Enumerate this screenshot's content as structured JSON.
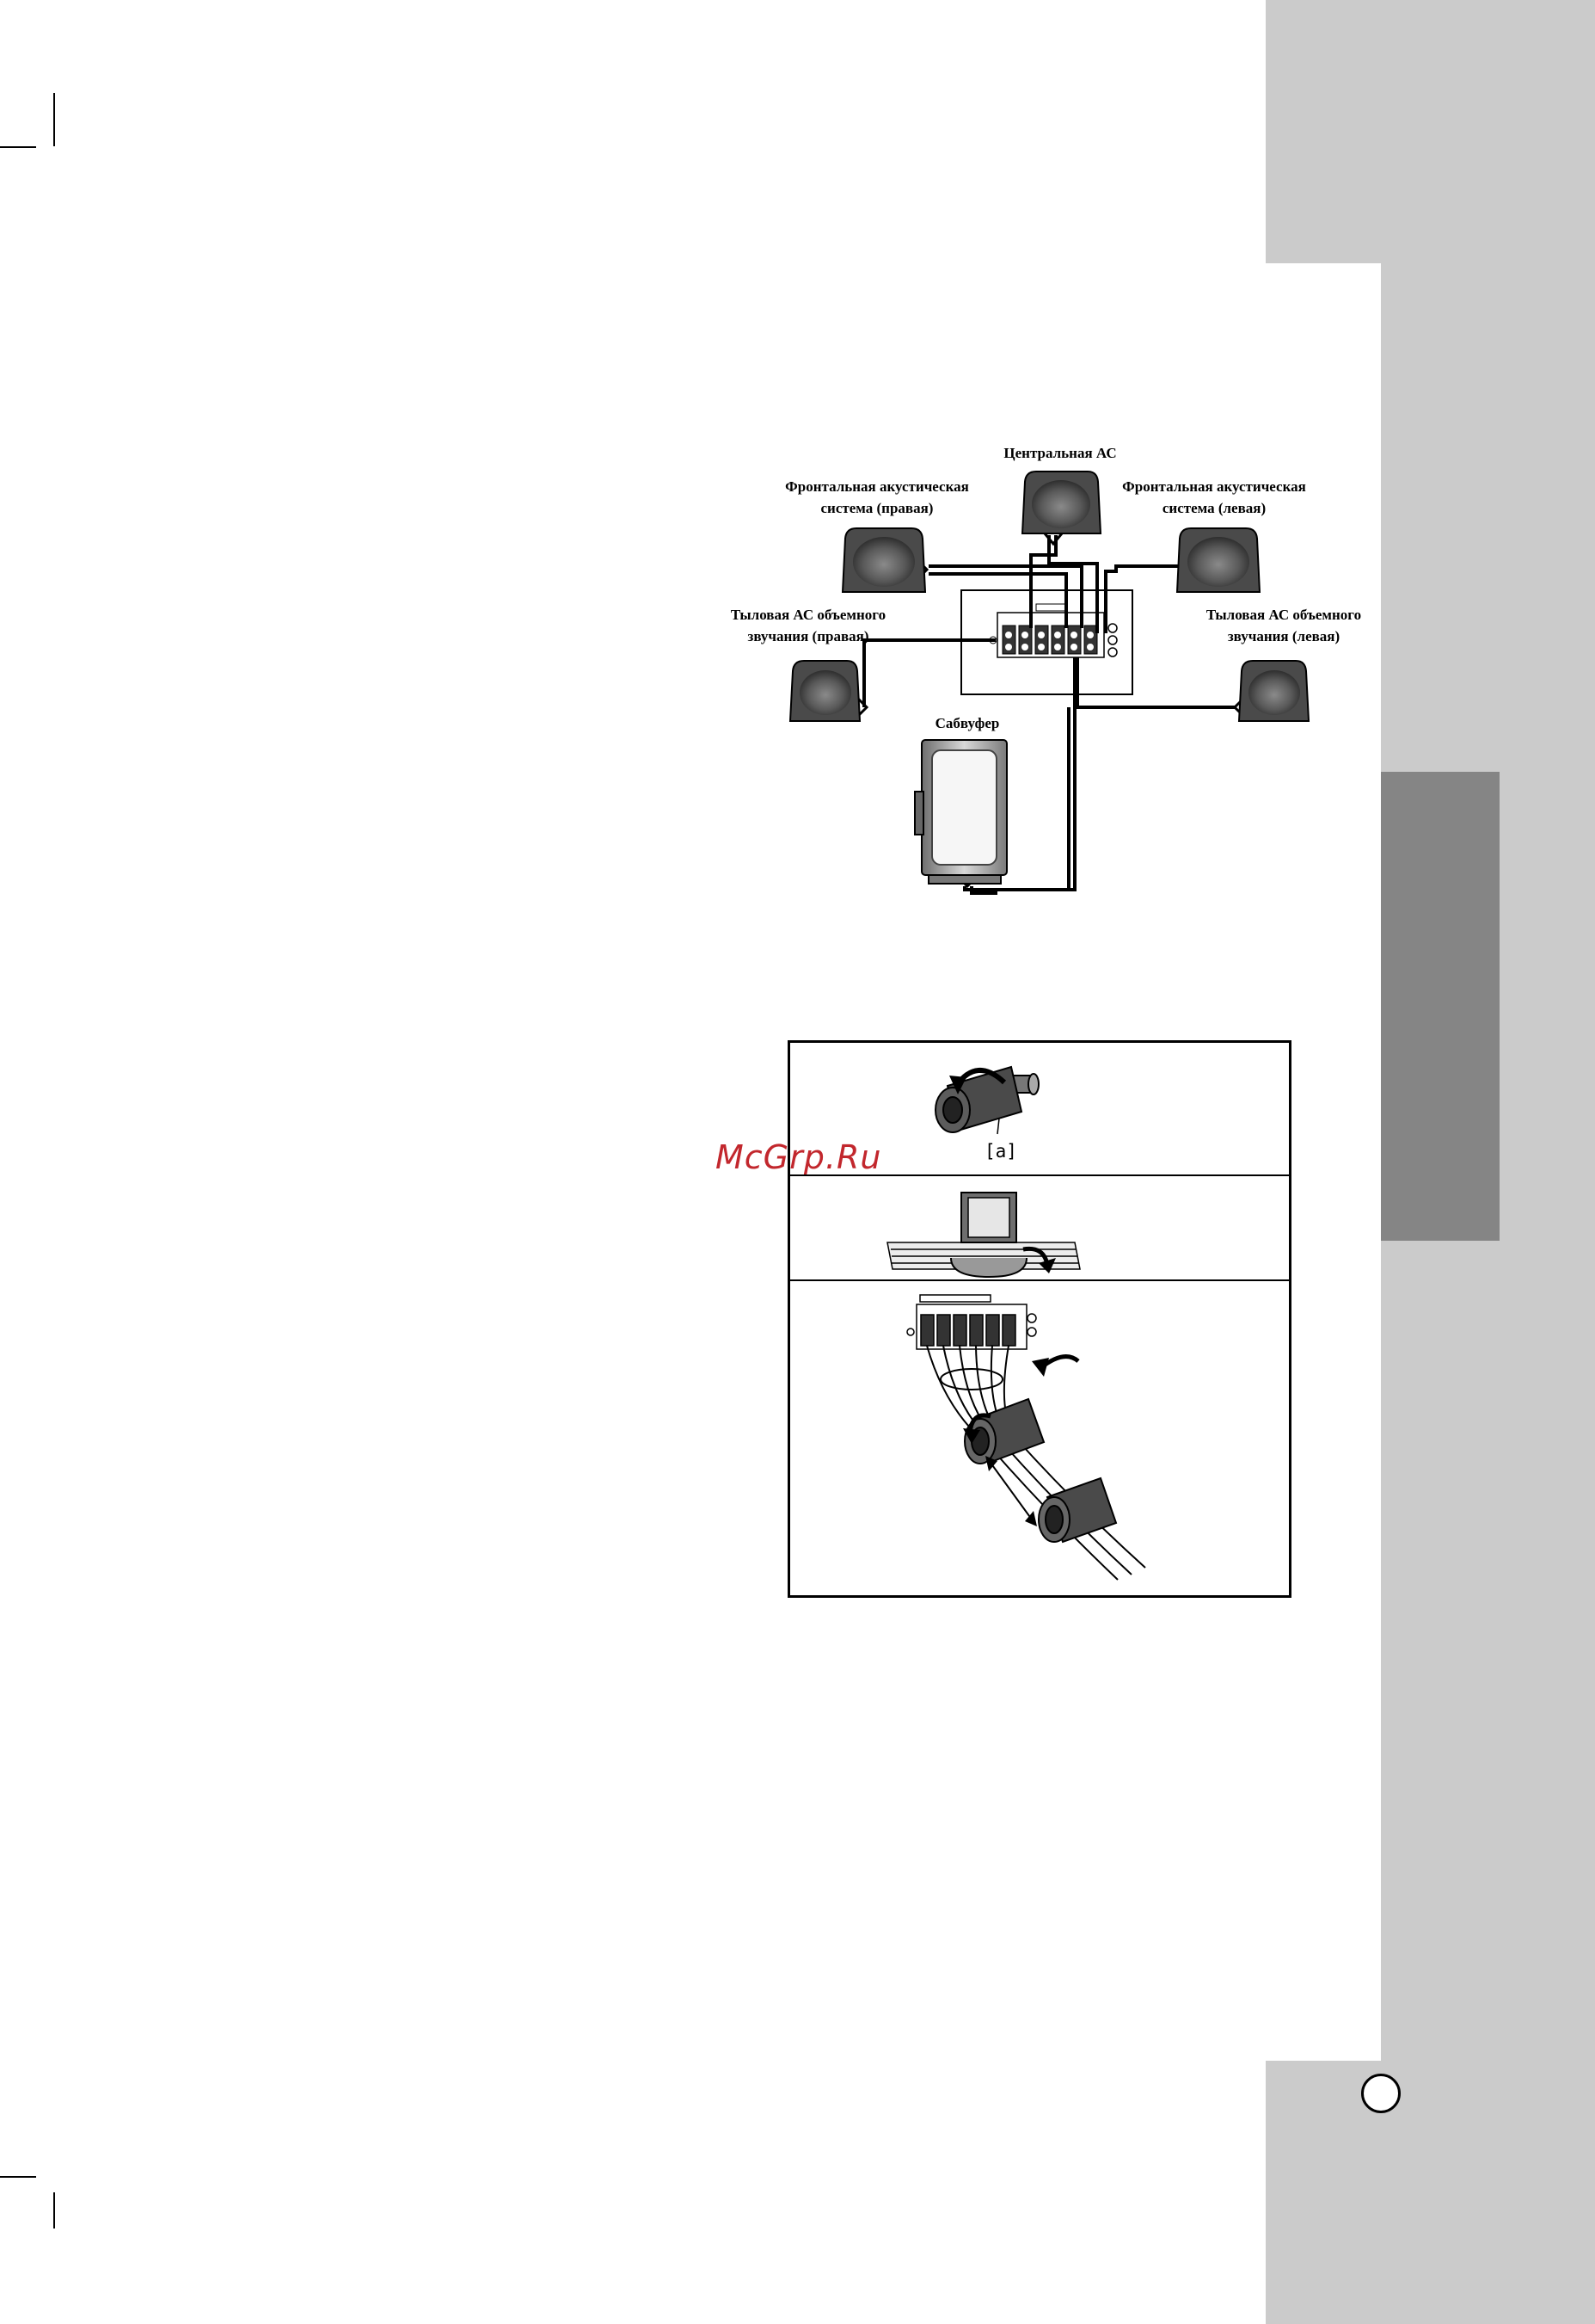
{
  "speakers": {
    "center": "Центральная АС",
    "front_right": [
      "Фронтальная акустическая",
      "система (правая)"
    ],
    "front_left": [
      "Фронтальная акустическая",
      "система (левая)"
    ],
    "rear_right": [
      "Тыловая АС объемного",
      "звучания (правая)"
    ],
    "rear_left": [
      "Тыловая АС  объемного",
      "звучания (левая)"
    ],
    "subwoofer": "Сабвуфер"
  },
  "figure2": {
    "label_a": "[a]"
  },
  "watermark": "McGrp.Ru",
  "colors": {
    "side_band": "#cbcbcb",
    "side_tab": "#858585",
    "watermark": "#c2272d"
  }
}
